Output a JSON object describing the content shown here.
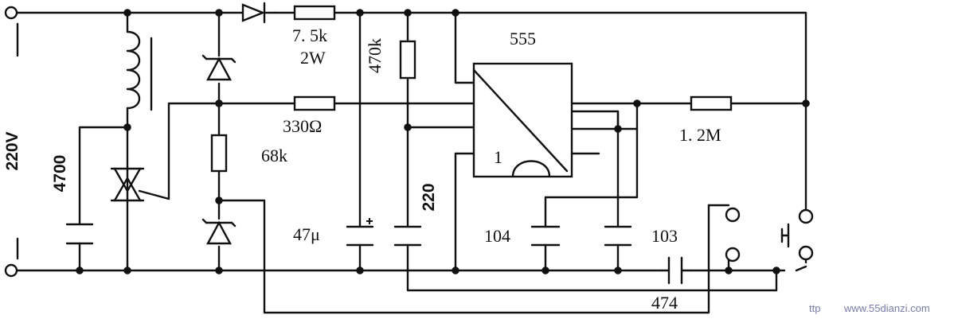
{
  "labels": {
    "mains": "220V",
    "cap_mains": "4700",
    "r_series": "7. 5k",
    "r_series_power": "2W",
    "r_top": "470k",
    "r_gate": "330Ω",
    "r_zener": "68k",
    "cap_filter": "47μ",
    "cap_timing": "220",
    "chip": "555",
    "pin1": "1",
    "cap_104": "104",
    "cap_103": "103",
    "r_feedback": "1. 2M",
    "cap_474": "474"
  },
  "watermark": "www.55dianzi.com",
  "watermark_prefix": "ttp"
}
